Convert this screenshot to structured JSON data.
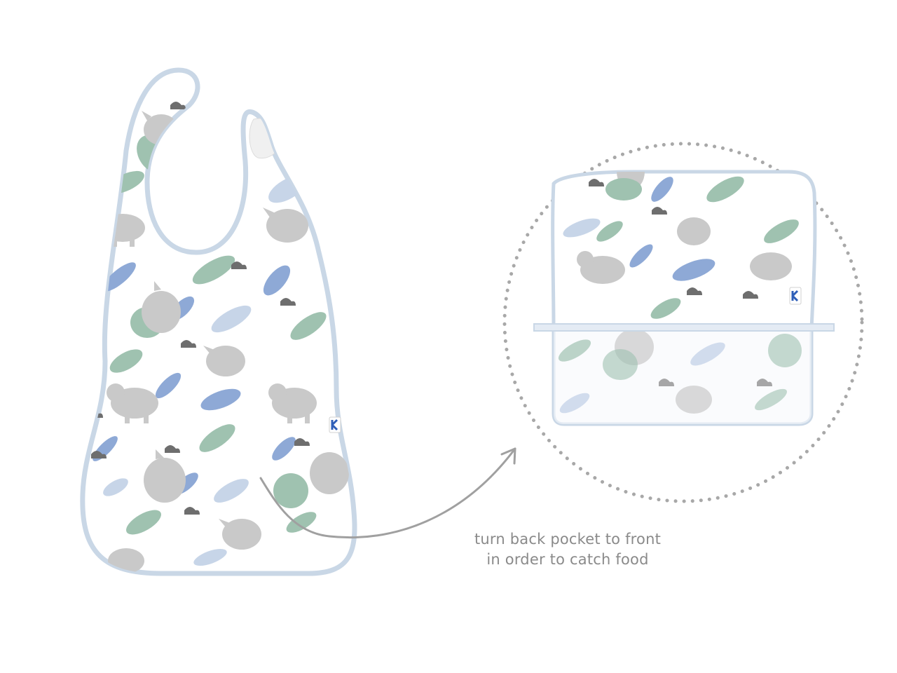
{
  "caption": {
    "line1": "turn back pocket to front",
    "line2": "in order to catch food"
  },
  "colors": {
    "trim": "#c9d7e6",
    "rhino": "#c9c9c9",
    "rhino_dark": "#a9a9a9",
    "leaf_green": "#9fc2b0",
    "leaf_blue": "#8ea9d6",
    "leaf_pale": "#c7d5e8",
    "cloud_dark": "#6e6e6e",
    "dotted_circle": "#a8a8a8",
    "arrow": "#a0a0a0",
    "label_blue": "#2f5fb8"
  },
  "icons": {
    "brand_tag": "brand-label-icon",
    "velcro": "velcro-patch",
    "arrow": "curved-arrow-icon"
  }
}
